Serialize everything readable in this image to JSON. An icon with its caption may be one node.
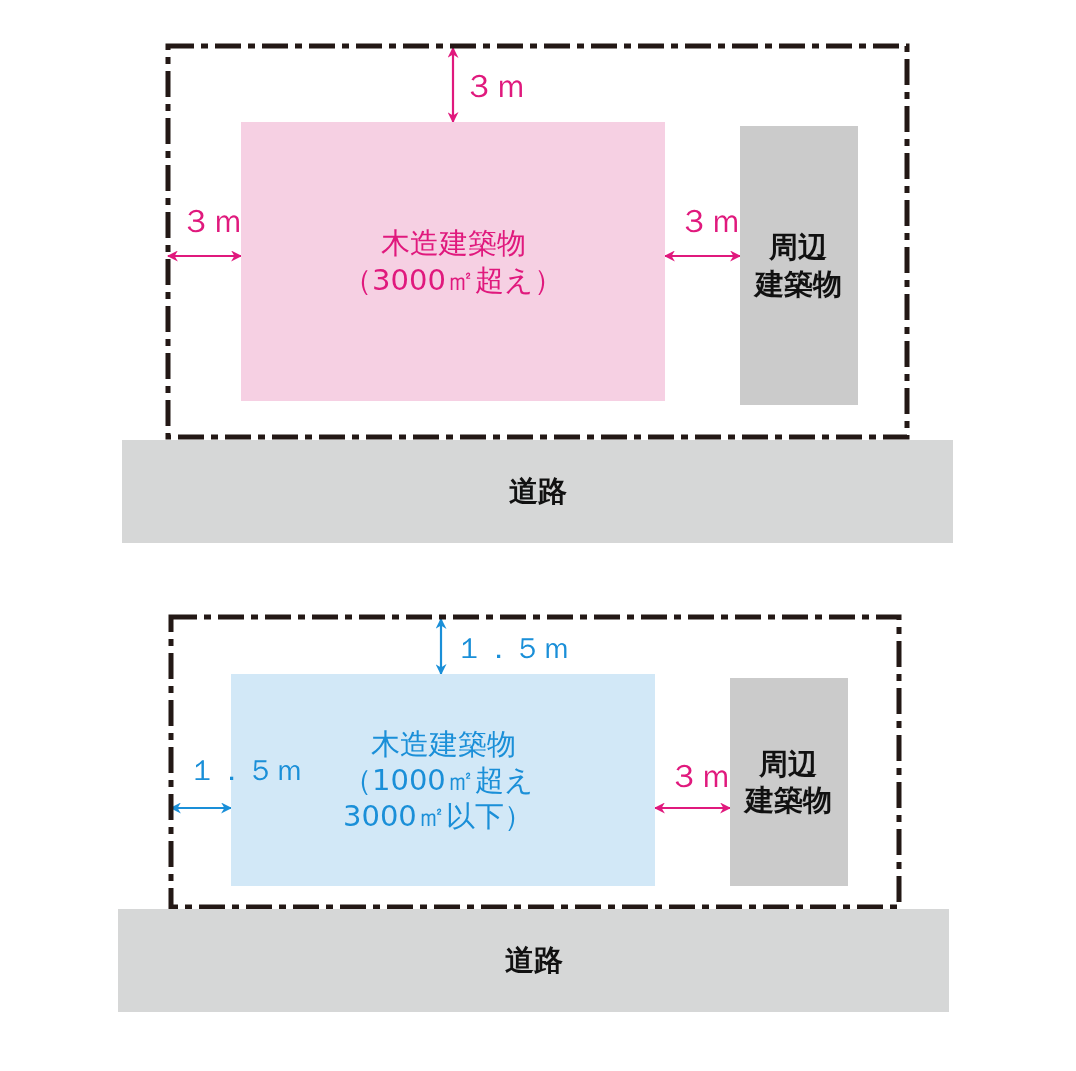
{
  "diagram": {
    "nodes": [
      {
        "text": [],
        "shape": "box"
      },
      {
        "text": [
          "木造建築物",
          "（3000㎡超え）"
        ],
        "in": 0
      },
      {
        "text": [
          "周辺建築物"
        ],
        "in": 0
      },
      {
        "text": [
          "道路"
        ]
      },
      {
        "text": [],
        "shape": "box"
      },
      {
        "text": [
          "木造建築物",
          "（1000㎡超え3000㎡以下）"
        ],
        "in": 4
      },
      {
        "text": [
          "周辺建築物"
        ],
        "in": 4
      },
      {
        "text": [
          "道路"
        ]
      }
    ],
    "edges": [
      {
        "from": 0,
        "to": 1,
        "arrow": "both",
        "label": "３ｍ"
      },
      {
        "from": 0,
        "to": 1,
        "arrow": "both",
        "label": "３ｍ"
      },
      {
        "from": 1,
        "to": 2,
        "arrow": "both",
        "label": "３ｍ"
      },
      {
        "from": 4,
        "to": 5,
        "arrow": "both",
        "label": "１．５ｍ",
        "color": "#1a8fd8"
      },
      {
        "from": 4,
        "to": 5,
        "arrow": "both",
        "label": "１．５ｍ",
        "color": "#1a8fd8"
      },
      {
        "from": 5,
        "to": 6,
        "arrow": "both",
        "label": "３ｍ"
      }
    ]
  }
}
